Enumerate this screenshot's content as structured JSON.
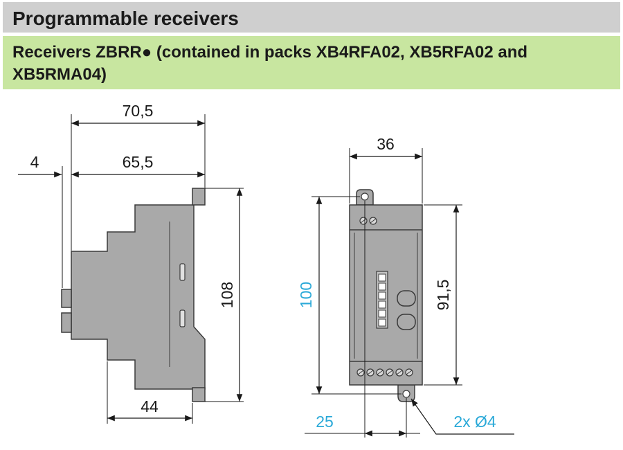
{
  "header": {
    "title": "Programmable receivers",
    "subtitle": "Receivers ZBRR● (contained in packs XB4RFA02, XB5RFA02 and XB5RMA04)"
  },
  "side_view": {
    "overall_width": "70,5",
    "body_width": "65,5",
    "offset": "4",
    "height": "108",
    "bottom_width": "44"
  },
  "front_view": {
    "width": "36",
    "mount_height": "100",
    "body_height": "91,5",
    "hole_offset": "25",
    "holes": "2x Ø4"
  },
  "colors": {
    "body_gray": "#a9a9a9",
    "blue_dim": "#2aa9d8",
    "header_gray": "#cfcfcf",
    "header_green": "#c8e6a0"
  }
}
